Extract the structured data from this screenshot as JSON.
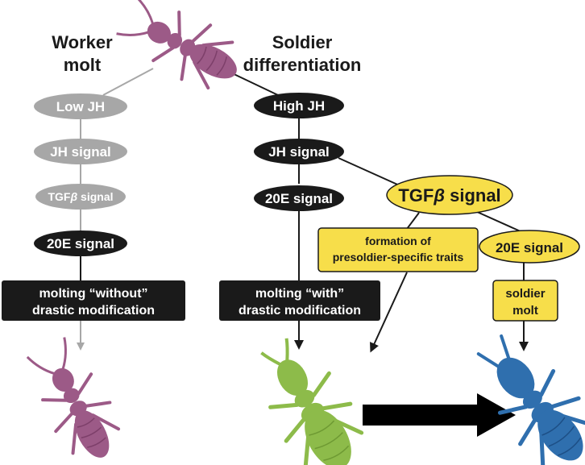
{
  "headings": {
    "worker_line1": "Worker",
    "worker_line2": "molt",
    "soldier_line1": "Soldier",
    "soldier_line2": "differentiation"
  },
  "worker_path": {
    "low_jh": "Low JH",
    "jh_signal": "JH signal",
    "tgf_prefix": "TGF",
    "tgf_beta": "β",
    "tgf_suffix": " signal",
    "e20_signal": "20E signal",
    "molting_line1": "molting “without”",
    "molting_line2": "drastic modification"
  },
  "soldier_path": {
    "high_jh": "High JH",
    "jh_signal": "JH signal",
    "e20_signal": "20E signal",
    "molting_line1": "molting “with”",
    "molting_line2": "drastic modification"
  },
  "tgf_branch": {
    "tgf_prefix": "TGF",
    "tgf_beta": "β",
    "tgf_suffix": " signal",
    "formation_line1": "formation of",
    "formation_line2": "presoldier-specific traits",
    "e20_signal": "20E signal",
    "soldier_molt_line1": "soldier",
    "soldier_molt_line2": "molt"
  },
  "colors": {
    "gray": "#a7a7a7",
    "black": "#1a1a1a",
    "yellow": "#f7de4a",
    "worker_termite": "#9c5a87",
    "presoldier": "#8dbb4a",
    "soldier": "#2f6fae"
  },
  "icons": {
    "worker_top": "worker-termite-icon",
    "worker_bottom": "worker-termite-icon",
    "presoldier": "presoldier-termite-icon",
    "soldier": "soldier-termite-icon",
    "arrow": "big-right-arrow-icon"
  }
}
